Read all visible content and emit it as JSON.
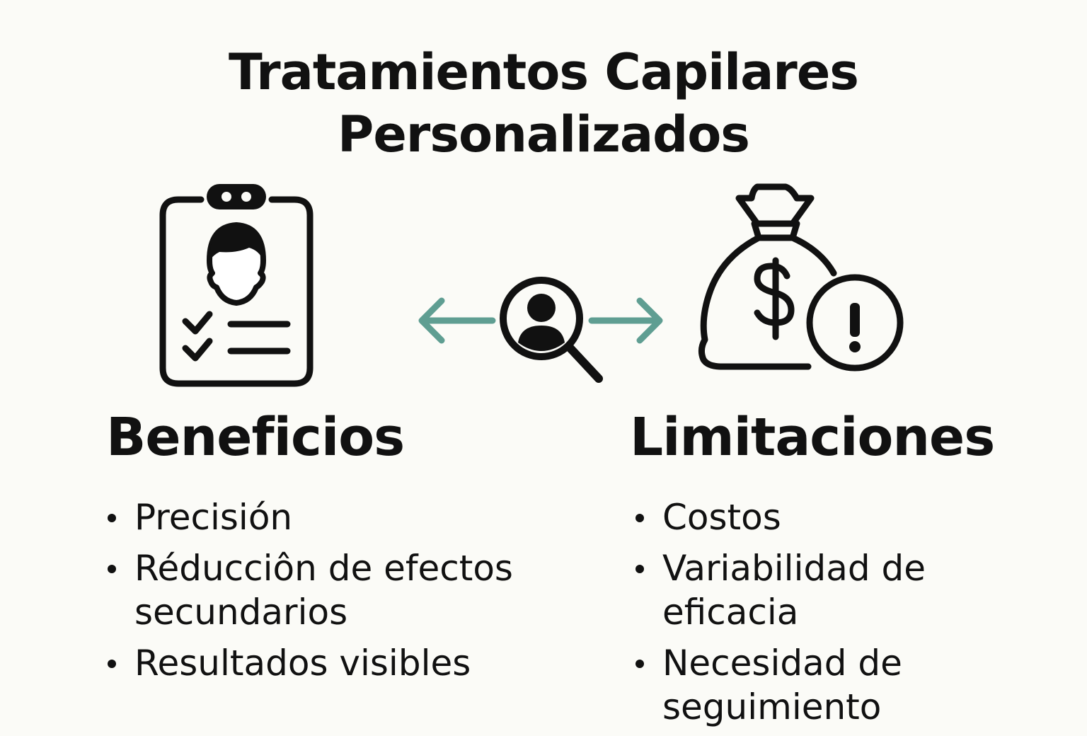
{
  "title": {
    "line1": "Tratamientos Capilares",
    "line2": "Personalizados"
  },
  "icons": {
    "left": "clipboard-profile-checklist-icon",
    "center": "person-search-magnifier-icon",
    "right": "money-bag-warning-icon"
  },
  "colors": {
    "ink": "#111111",
    "accent": "#5f9e92",
    "background": "#fbfbf7"
  },
  "benefits": {
    "heading": "Beneficios",
    "items": [
      "Precisión",
      "Réducciôn de efectos secundarios",
      "Resultados visibles"
    ]
  },
  "limitations": {
    "heading": "Limitaciones",
    "items": [
      "Costos",
      "Variabilidad de eficacia",
      "Necesidad de seguimiento"
    ]
  }
}
